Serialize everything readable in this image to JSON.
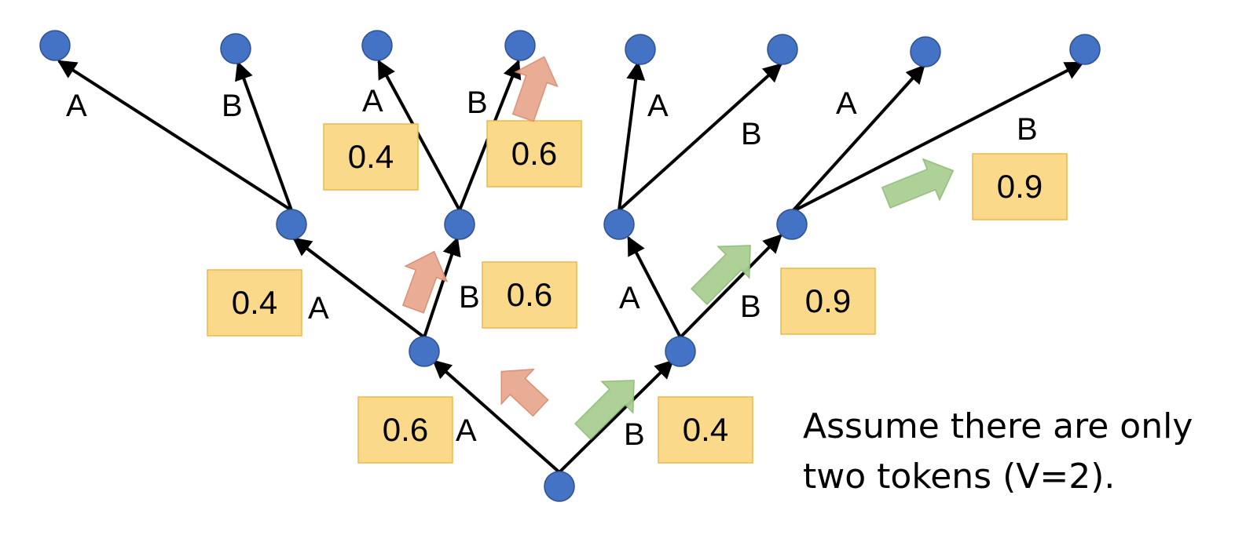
{
  "diagram": {
    "type": "search-tree",
    "colors": {
      "node": "#4472C4",
      "edge": "#000000",
      "box_fill": "#FAD98A",
      "box_stroke": "#EEB84A",
      "greedy_arrow": "#E8A890",
      "beam_arrow": "#A9CF92"
    },
    "edges": [
      {
        "id": "e-root-l",
        "label": "A"
      },
      {
        "id": "e-root-r",
        "label": "B"
      },
      {
        "id": "e-L-LL",
        "label": "A"
      },
      {
        "id": "e-L-LR",
        "label": "B"
      },
      {
        "id": "e-R-RL",
        "label": "A"
      },
      {
        "id": "e-R-RR",
        "label": "B"
      },
      {
        "id": "e-LL-1",
        "label": "A"
      },
      {
        "id": "e-LL-2",
        "label": "B"
      },
      {
        "id": "e-LR-3",
        "label": "A"
      },
      {
        "id": "e-LR-4",
        "label": "B"
      },
      {
        "id": "e-RL-5",
        "label": "A"
      },
      {
        "id": "e-RL-6",
        "label": "B"
      },
      {
        "id": "e-RR-7",
        "label": "A"
      },
      {
        "id": "e-RR-8",
        "label": "B"
      }
    ],
    "probabilities": [
      {
        "id": "p-root-A",
        "value": "0.6"
      },
      {
        "id": "p-root-B",
        "value": "0.4"
      },
      {
        "id": "p-L-A",
        "value": "0.4"
      },
      {
        "id": "p-L-B",
        "value": "0.6"
      },
      {
        "id": "p-R-B",
        "value": "0.9"
      },
      {
        "id": "p-LR-A",
        "value": "0.4"
      },
      {
        "id": "p-LR-B",
        "value": "0.6"
      },
      {
        "id": "p-RR-B",
        "value": "0.9"
      }
    ],
    "note_lines": [
      "Assume there are only",
      "two tokens (V=2)."
    ]
  }
}
